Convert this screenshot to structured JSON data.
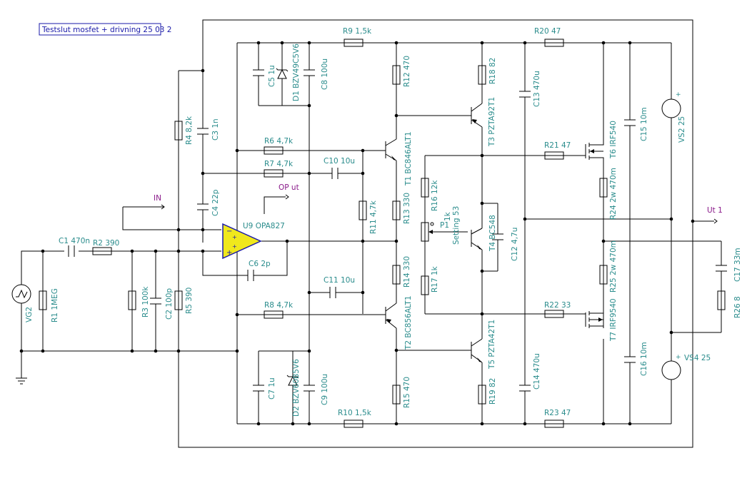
{
  "title": "Testslut mosfet + drivning 25 03 2",
  "nets": {
    "in": "IN",
    "op_out": "OP ut",
    "out": "Ut 1"
  },
  "colors": {
    "label": "#2a8c8c",
    "net": "#8a1a8a",
    "title": "#1a1aa8",
    "opamp_fill": "#f0e81c",
    "opamp_stroke": "#1a1aa8"
  },
  "components": {
    "R9": "R9 1,5k",
    "R20": "R20 47",
    "R12": "R12 470",
    "R18": "R18 82",
    "C13": "C13 470u",
    "C5": "C5 1u",
    "D1": "D1 BZV49C5V6",
    "C8": "C8 100u",
    "R4": "R4 8,2k",
    "C3": "C3 1n",
    "T3": "T3 PZTA92T1",
    "C15": "C15 10m",
    "VS2": "VS2 25",
    "R6": "R6 4,7k",
    "T1": "T1 BC846ALT1",
    "R21": "R21 47",
    "T6": "T6 IRF540",
    "R7": "R7 4,7k",
    "C10": "C10 10u",
    "R16": "R16 12k",
    "R24": "R24 2w 470m",
    "C4": "C4 22p",
    "R11": "R11 4,7k",
    "R13": "R13 330",
    "P1_name": "P1",
    "P1_value": "1k",
    "P1_setting": "Setting 53",
    "U9": "U9 OPA827",
    "T4": "T4 BC548",
    "C12": "C12 4,7u",
    "C1": "C1 470n",
    "R2": "R2 390",
    "C6": "C6 2p",
    "R14": "R14 330",
    "C17": "C17 33m",
    "R25": "R25 2w 470m",
    "R3": "R3 100k",
    "C2": "C2 100p",
    "R5": "R5 390",
    "C11": "C11 10u",
    "R17": "R17 1k",
    "R1": "R1 1MEG",
    "R26": "R26 8",
    "VG2": "VG2",
    "R8": "R8 4,7k",
    "T2": "T2 BC856ALT1",
    "R22": "R22 33",
    "T7": "T7 IRF9540",
    "T5": "T5 PZTA42T1",
    "C14": "C14 470u",
    "C16": "C16 10m",
    "VS4": "VS4 25",
    "C7": "C7 1u",
    "D2": "D2 BZV60B5V6",
    "C9": "C9 100u",
    "R10": "R10 1,5k",
    "R15": "R15 470",
    "R19": "R19 82",
    "R23": "R23 47"
  }
}
